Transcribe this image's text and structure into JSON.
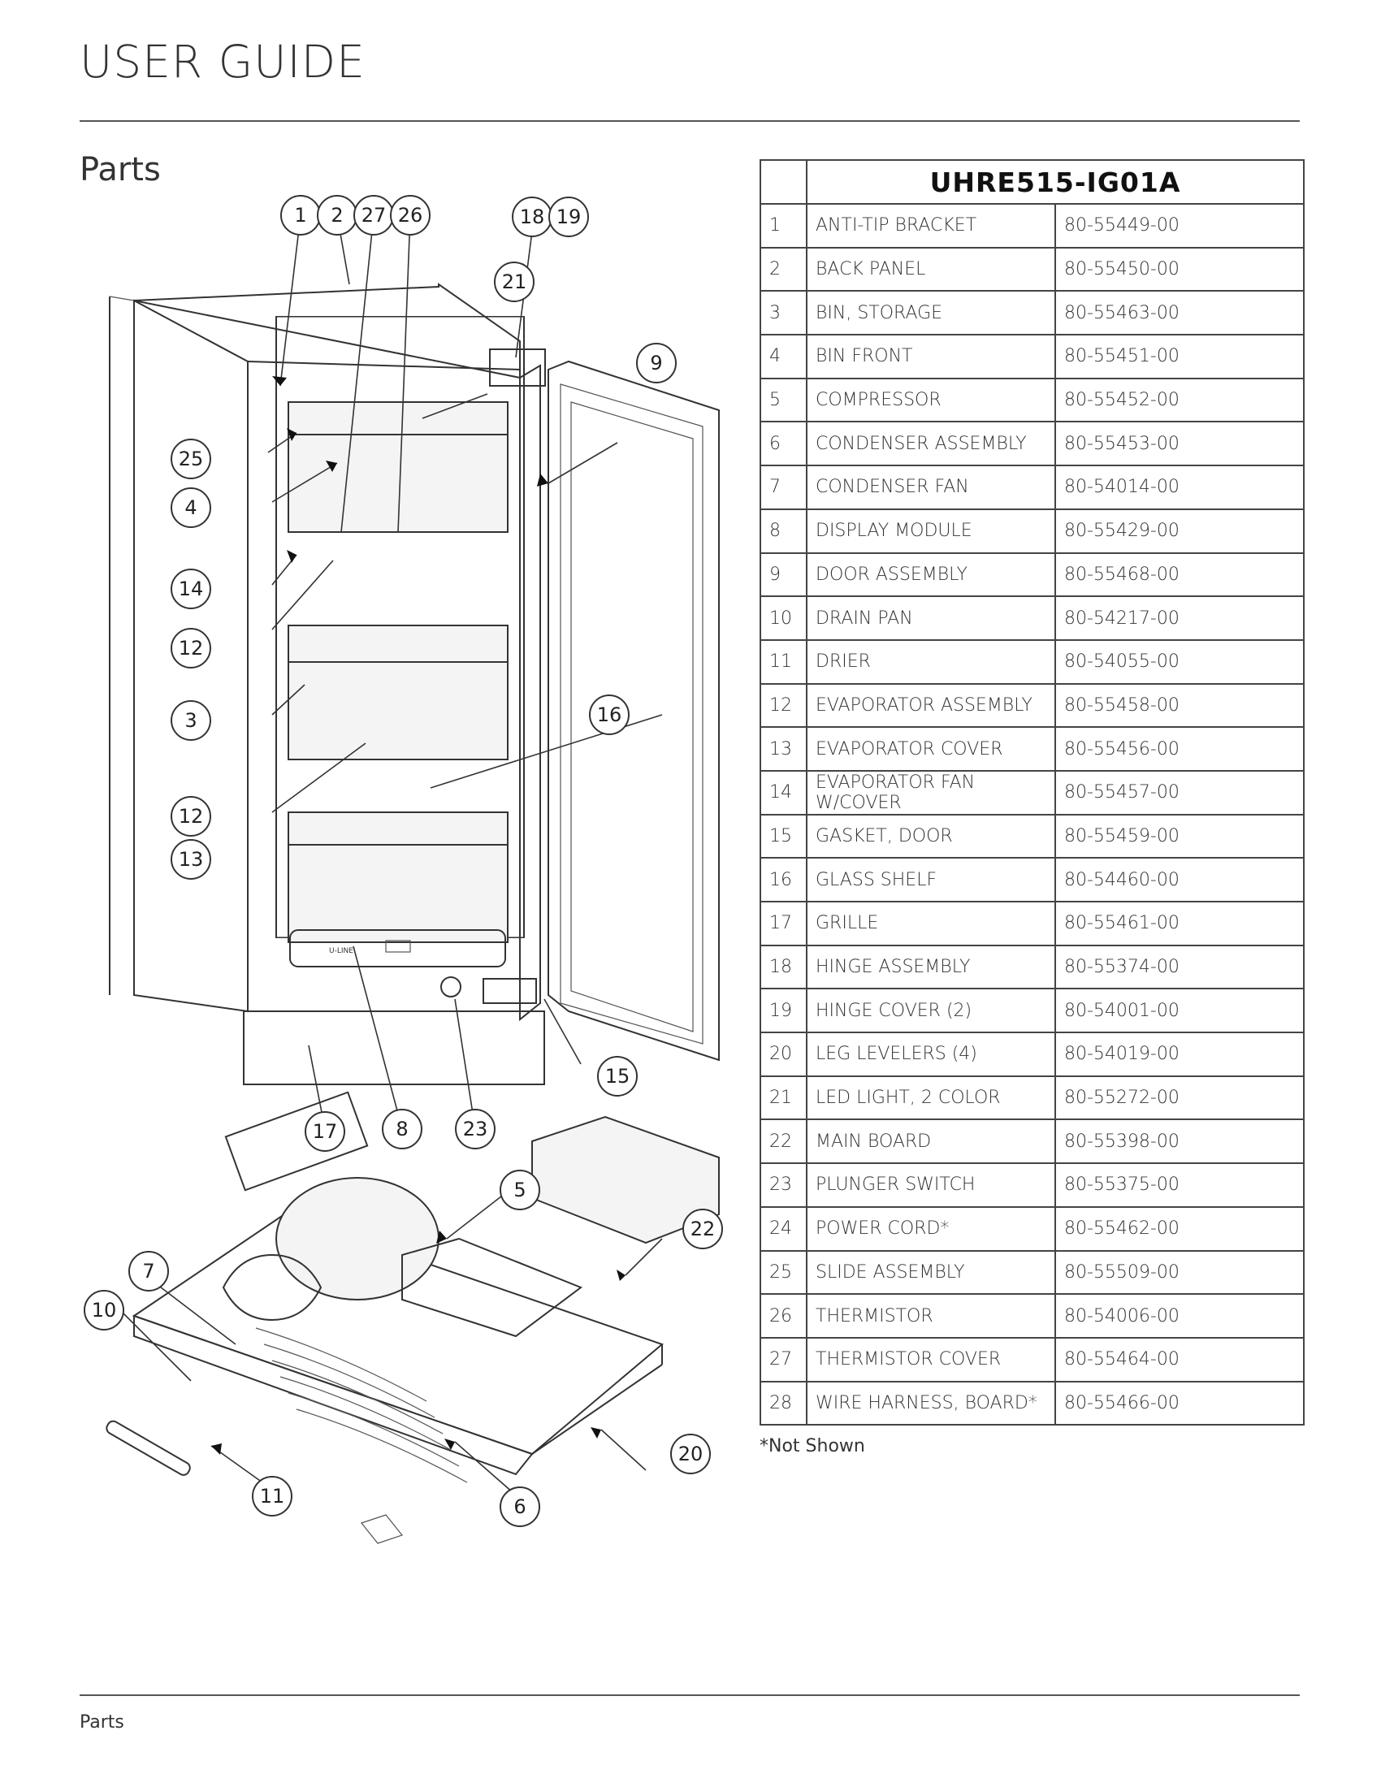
{
  "header": {
    "title": "USER GUIDE",
    "section": "Parts"
  },
  "table": {
    "model": "UHRE515-IG01A",
    "rows": [
      {
        "num": "1",
        "name": "ANTI-TIP BRACKET",
        "pn": "80-55449-00"
      },
      {
        "num": "2",
        "name": "BACK PANEL",
        "pn": "80-55450-00"
      },
      {
        "num": "3",
        "name": "BIN, STORAGE",
        "pn": "80-55463-00"
      },
      {
        "num": "4",
        "name": "BIN FRONT",
        "pn": "80-55451-00"
      },
      {
        "num": "5",
        "name": "COMPRESSOR",
        "pn": "80-55452-00"
      },
      {
        "num": "6",
        "name": "CONDENSER ASSEMBLY",
        "pn": "80-55453-00"
      },
      {
        "num": "7",
        "name": "CONDENSER FAN",
        "pn": "80-54014-00"
      },
      {
        "num": "8",
        "name": "DISPLAY MODULE",
        "pn": "80-55429-00"
      },
      {
        "num": "9",
        "name": "DOOR ASSEMBLY",
        "pn": "80-55468-00"
      },
      {
        "num": "10",
        "name": "DRAIN PAN",
        "pn": "80-54217-00"
      },
      {
        "num": "11",
        "name": "DRIER",
        "pn": "80-54055-00"
      },
      {
        "num": "12",
        "name": "EVAPORATOR ASSEMBLY",
        "pn": "80-55458-00"
      },
      {
        "num": "13",
        "name": "EVAPORATOR COVER",
        "pn": "80-55456-00"
      },
      {
        "num": "14",
        "name": "EVAPORATOR FAN W/COVER",
        "pn": "80-55457-00"
      },
      {
        "num": "15",
        "name": "GASKET, DOOR",
        "pn": "80-55459-00"
      },
      {
        "num": "16",
        "name": "GLASS SHELF",
        "pn": "80-54460-00"
      },
      {
        "num": "17",
        "name": "GRILLE",
        "pn": "80-55461-00"
      },
      {
        "num": "18",
        "name": "HINGE ASSEMBLY",
        "pn": "80-55374-00"
      },
      {
        "num": "19",
        "name": "HINGE COVER (2)",
        "pn": "80-54001-00"
      },
      {
        "num": "20",
        "name": "LEG LEVELERS (4)",
        "pn": "80-54019-00"
      },
      {
        "num": "21",
        "name": "LED LIGHT, 2 COLOR",
        "pn": "80-55272-00"
      },
      {
        "num": "22",
        "name": "MAIN BOARD",
        "pn": "80-55398-00"
      },
      {
        "num": "23",
        "name": "PLUNGER SWITCH",
        "pn": "80-55375-00"
      },
      {
        "num": "24",
        "name": "POWER CORD*",
        "pn": "80-55462-00"
      },
      {
        "num": "25",
        "name": "SLIDE ASSEMBLY",
        "pn": "80-55509-00"
      },
      {
        "num": "26",
        "name": "THERMISTOR",
        "pn": "80-54006-00"
      },
      {
        "num": "27",
        "name": "THERMISTOR COVER",
        "pn": "80-55464-00"
      },
      {
        "num": "28",
        "name": "WIRE HARNESS, BOARD*",
        "pn": "80-55466-00"
      }
    ]
  },
  "note": "*Not Shown",
  "footer": {
    "section": "Parts"
  },
  "diagram": {
    "callouts": [
      "1",
      "2",
      "27",
      "26",
      "18",
      "19",
      "21",
      "9",
      "25",
      "4",
      "14",
      "12",
      "3",
      "16",
      "12",
      "13",
      "17",
      "8",
      "23",
      "15",
      "5",
      "22",
      "7",
      "10",
      "11",
      "6",
      "20"
    ],
    "display_brand": "U-LINE"
  }
}
